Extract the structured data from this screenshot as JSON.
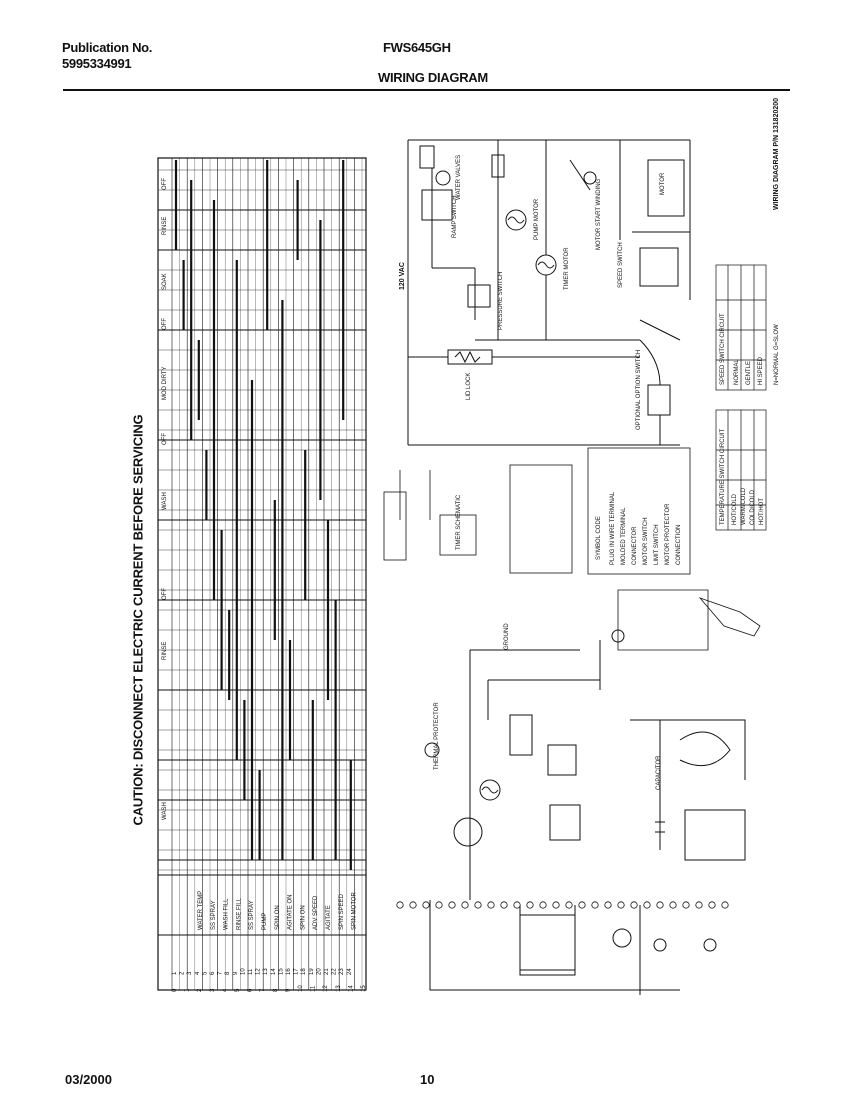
{
  "header": {
    "publication_label": "Publication No.",
    "publication_number": "5995334991",
    "model": "FWS645GH",
    "title": "WIRING DIAGRAM"
  },
  "caution": "CAUTION: DISCONNECT ELECTRIC CURRENT BEFORE SERVICING",
  "footer": {
    "date": "03/2000",
    "page": "10"
  },
  "labels": {
    "voltage": "120 VAC",
    "water_valves": "WATER VALVES",
    "ramp_switch": "RAMP SWITCH",
    "pump_motor": "PUMP MOTOR",
    "timer_motor": "TIMER MOTOR",
    "pressure_switch": "PRESSURE SWITCH",
    "lid_lock": "LID LOCK",
    "optional_switch": "OPTIONAL OPTION SWITCH",
    "speed_switch": "SPEED SWITCH",
    "motor": "MOTOR",
    "start_winding": "MOTOR START WINDING",
    "wiring_diagram_pn": "WIRING DIAGRAM P/N 131820200",
    "timer_schematic": "TIMER SCHEMATIC",
    "ground": "GROUND",
    "capacitor": "CAPACITOR",
    "thermal": "THERMAL PROTECTOR"
  },
  "legend": {
    "title": "SYMBOL CODE",
    "items": [
      "PLUG IN WIRE TERMINAL",
      "MOLDED TERMINAL",
      "CONNECTOR",
      "MOTOR SWITCH",
      "LIMIT SWITCH",
      "MOTOR PROTECTOR",
      "CONNECTION"
    ]
  },
  "sequence_chart": {
    "row_numbers_left": [
      "0",
      "1",
      "2",
      "3",
      "4",
      "5",
      "6",
      "7",
      "8",
      "9",
      "10",
      "11",
      "12",
      "13",
      "14",
      "15"
    ],
    "row_numbers_right": [
      "1",
      "2",
      "3",
      "4",
      "5",
      "6",
      "7",
      "8",
      "9",
      "10",
      "11",
      "12",
      "13",
      "14",
      "15",
      "16",
      "17",
      "18",
      "19",
      "20",
      "21",
      "22",
      "23",
      "24"
    ],
    "circuits": [
      "WATER TEMP",
      "SS SPRAY",
      "WASH FILL",
      "RINSE FILL",
      "SS SPRAY",
      "PUMP",
      "SPIN ON",
      "AGITATE ON",
      "SPIN ON",
      "ADV SPEED",
      "AGITATE",
      "SPIN SPEED",
      "SPIN MOTOR"
    ],
    "cycle_sections": [
      "OFF",
      "RINSE",
      "SOAK",
      "OFF",
      "MOD DIRTY",
      "OFF",
      "WASH",
      "OFF",
      "RINSE",
      "WASH"
    ]
  },
  "tables": {
    "temperature_switch": {
      "title": "TEMPERATURE SWITCH CIRCUIT",
      "rows": [
        "HOT/COLD",
        "WARM/COLD",
        "COLD/COLD",
        "HOT/HOT"
      ]
    },
    "speed_switch": {
      "title": "SPEED SWITCH CIRCUIT",
      "rows": [
        "NORMAL",
        "GENTLE",
        "HI SPEED"
      ],
      "note": "N=NORMAL  G=SLOW"
    }
  }
}
